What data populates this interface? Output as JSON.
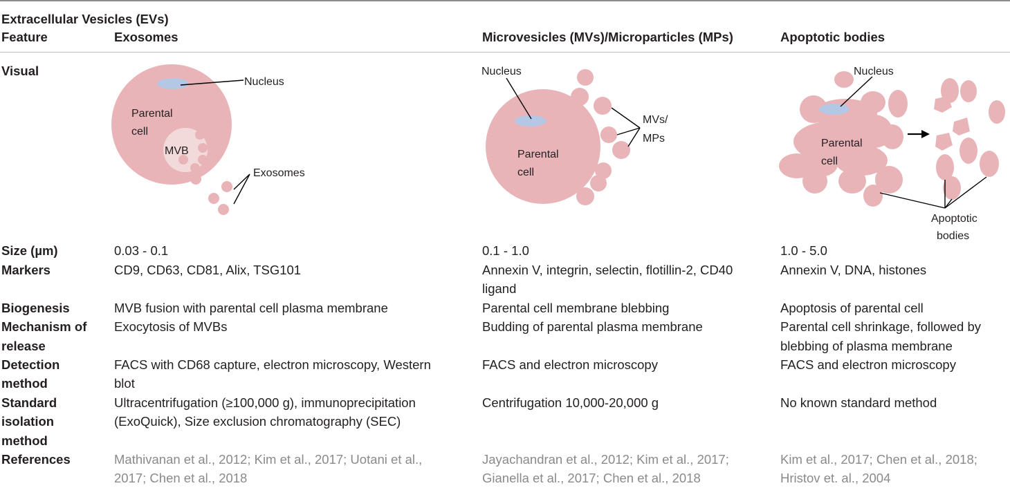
{
  "title": "Extracellular Vesicles (EVs)",
  "headers": {
    "feature": "Feature",
    "exosomes": "Exosomes",
    "microvesicles": "Microvesicles (MVs)/Microparticles (MPs)",
    "apoptotic": "Apoptotic bodies"
  },
  "rows": {
    "visual": {
      "label": "Visual"
    },
    "size": {
      "label": "Size (µm)",
      "exosomes": "0.03 - 0.1",
      "microvesicles": "0.1 - 1.0",
      "apoptotic": "1.0 - 5.0"
    },
    "markers": {
      "label": "Markers",
      "exosomes": "CD9, CD63, CD81, Alix, TSG101",
      "microvesicles_l1": "Annexin V, integrin, selectin, flotillin-2, CD40",
      "microvesicles_l2": "ligand",
      "apoptotic": "Annexin V, DNA, histones"
    },
    "biogenesis": {
      "label": "Biogenesis",
      "exosomes": "MVB fusion with parental cell plasma membrane",
      "microvesicles": "Parental cell membrane blebbing",
      "apoptotic": "Apoptosis of parental cell"
    },
    "release": {
      "label_l1": "Mechanism of",
      "label_l2": "release",
      "exosomes": "Exocytosis of MVBs",
      "microvesicles": "Budding of parental plasma membrane",
      "apoptotic_l1": "Parental cell shrinkage, followed by",
      "apoptotic_l2": "blebbing of plasma membrane"
    },
    "detection": {
      "label_l1": "Detection",
      "label_l2": "method",
      "exosomes_l1": "FACS with CD68 capture, electron microscopy, Western",
      "exosomes_l2": "blot",
      "microvesicles": "FACS and electron microscopy",
      "apoptotic": "FACS and electron microscopy"
    },
    "isolation": {
      "label_l1": "Standard",
      "label_l2": "isolation",
      "label_l3": "method",
      "exosomes_l1": "Ultracentrifugation (≥100,000 g), immunoprecipitation",
      "exosomes_l2": "(ExoQuick), Size exclusion chromatography (SEC)",
      "microvesicles": "Centrifugation 10,000-20,000 g",
      "apoptotic": "No known standard method"
    },
    "references": {
      "label": "References",
      "exosomes_l1": "Mathivanan et al., 2012; Kim et al., 2017; Uotani et al.,",
      "exosomes_l2": "2017; Chen et al., 2018",
      "microvesicles_l1": "Jayachandran et al., 2012; Kim et al., 2017;",
      "microvesicles_l2": "Gianella et al., 2017; Chen et al., 2018",
      "apoptotic_l1": "Kim et al., 2017; Chen et al., 2018;",
      "apoptotic_l2": "Hristov et. al., 2004"
    }
  },
  "diagrams": {
    "exosome": {
      "nucleus": "Nucleus",
      "parental_l1": "Parental",
      "parental_l2": "cell",
      "mvb": "MVB",
      "exosomes": "Exosomes"
    },
    "microvesicle": {
      "nucleus": "Nucleus",
      "parental_l1": "Parental",
      "parental_l2": "cell",
      "mvs_l1": "MVs/",
      "mvs_l2": "MPs"
    },
    "apoptotic": {
      "nucleus": "Nucleus",
      "parental_l1": "Parental",
      "parental_l2": "cell",
      "bodies_l1": "Apoptotic",
      "bodies_l2": "bodies"
    }
  },
  "colors": {
    "cell": "#e8b4b8",
    "nucleus": "#b4c8e6",
    "mvb": "#f3dada",
    "text": "#231f20",
    "reference": "#8a8a8a",
    "rule": "#8c8c8c"
  }
}
